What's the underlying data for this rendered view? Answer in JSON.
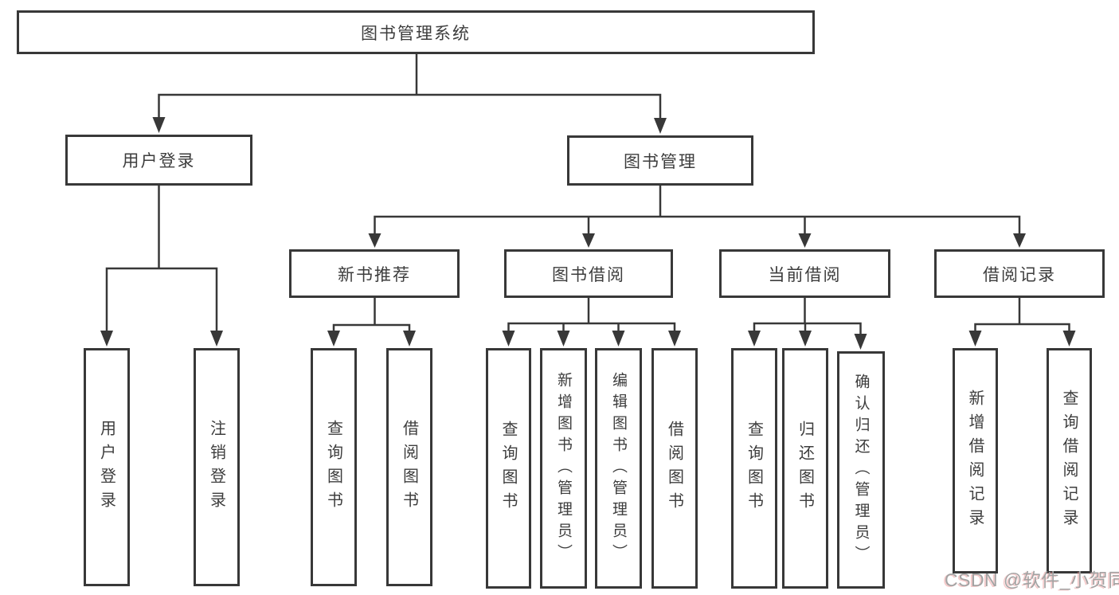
{
  "page": {
    "background_color": "#ffffff",
    "line_color": "#383838",
    "text_color": "#3d3d3d",
    "watermark_color": "#a3a3a3"
  },
  "diagram": {
    "root": {
      "label": "图书管理系统"
    },
    "level2": [
      {
        "label": "用户登录"
      },
      {
        "label": "图书管理"
      }
    ],
    "level3": [
      {
        "label": "新书推荐"
      },
      {
        "label": "图书借阅"
      },
      {
        "label": "当前借阅"
      },
      {
        "label": "借阅记录"
      }
    ],
    "leaves": {
      "user_login": [
        {
          "label": "用户登录"
        },
        {
          "label": "注销登录"
        }
      ],
      "new_book_recommend": [
        {
          "label": "查询图书"
        },
        {
          "label": "借阅图书"
        }
      ],
      "book_borrow": [
        {
          "label": "查询图书"
        },
        {
          "label": "新增图书（管理员）"
        },
        {
          "label": "编辑图书（管理员）"
        },
        {
          "label": "借阅图书"
        }
      ],
      "current_borrow": [
        {
          "label": "查询图书"
        },
        {
          "label": "归还图书"
        },
        {
          "label": "确认归还（管理员）"
        }
      ],
      "borrow_records": [
        {
          "label": "新增借阅记录"
        },
        {
          "label": "查询借阅记录"
        }
      ]
    }
  },
  "watermark": {
    "text": "CSDN @软件_小贺同学"
  }
}
